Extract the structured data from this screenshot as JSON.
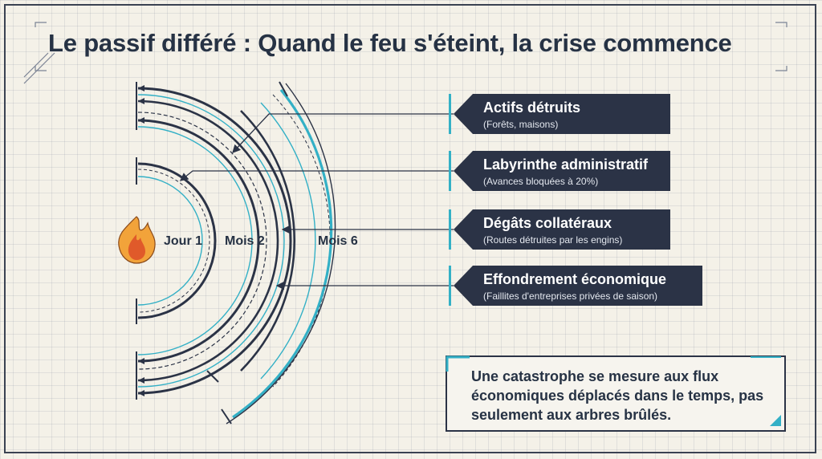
{
  "title": "Le passif différé : Quand le feu s'éteint, la crise commence",
  "icon": "fire-icon",
  "colors": {
    "navy": "#2b3346",
    "teal": "#33b0c6",
    "ink": "#263244",
    "flame_outer": "#f2a33a",
    "flame_inner": "#e05a2a"
  },
  "timeline": [
    {
      "label": "Jour 1"
    },
    {
      "label": "Mois 2"
    },
    {
      "label": "Mois 6"
    }
  ],
  "impacts": [
    {
      "title": "Actifs détruits",
      "subtitle": "(Forêts, maisons)"
    },
    {
      "title": "Labyrinthe administratif",
      "subtitle": "(Avances bloquées à 20%)"
    },
    {
      "title": "Dégâts collatéraux",
      "subtitle": "(Routes détruites par les engins)"
    },
    {
      "title": "Effondrement économique",
      "subtitle": "(Faillites d'entreprises privées de saison)"
    }
  ],
  "quote": "Une catastrophe se mesure aux flux économiques déplacés dans le temps, pas seulement aux arbres brûlés."
}
